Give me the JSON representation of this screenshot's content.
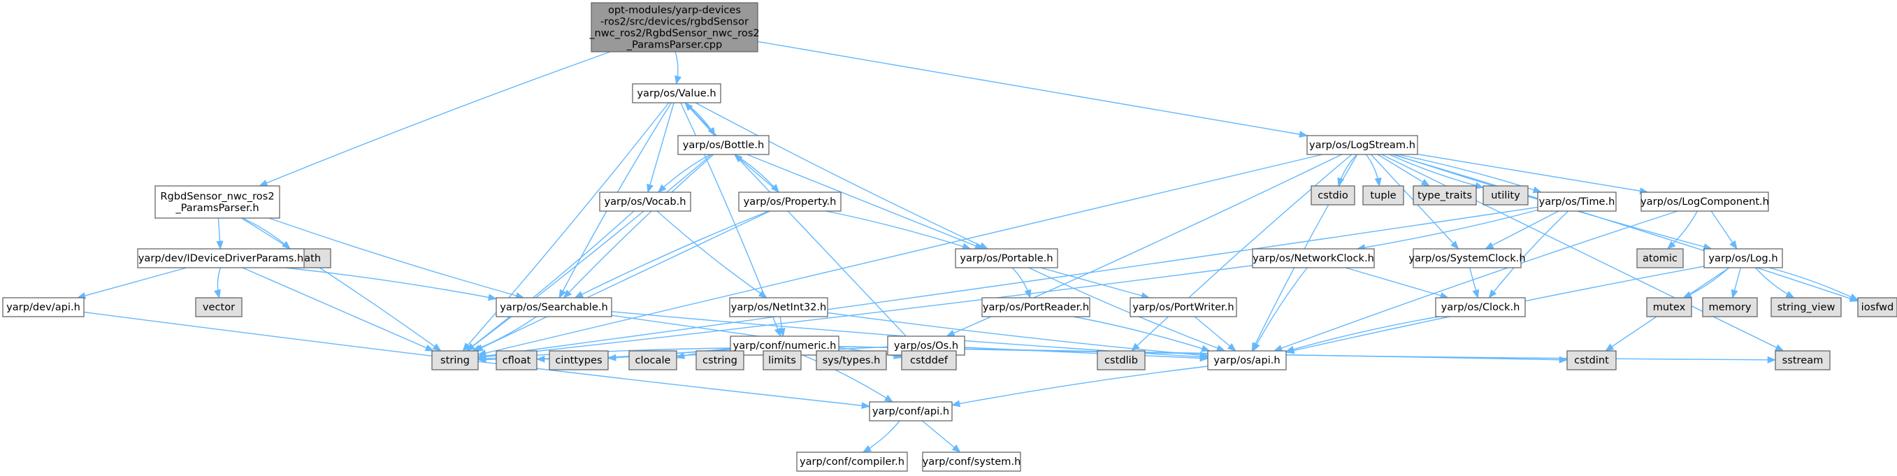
{
  "colors": {
    "edge": "#63b8ff",
    "root_fill": "#999999",
    "node_fill": "#ffffff",
    "external_fill": "#e0e0e0",
    "border": "#666666"
  },
  "nodes": [
    {
      "id": "root",
      "lines": [
        "opt-modules/yarp-devices",
        "-ros2/src/devices/rgbdSensor",
        "_nwc_ros2/RgbdSensor_nwc_ros2",
        "_ParamsParser.cpp"
      ],
      "kind": "root"
    },
    {
      "id": "value",
      "lines": [
        "yarp/os/Value.h"
      ],
      "kind": "node"
    },
    {
      "id": "logstream",
      "lines": [
        "yarp/os/LogStream.h"
      ],
      "kind": "node"
    },
    {
      "id": "bottle",
      "lines": [
        "yarp/os/Bottle.h"
      ],
      "kind": "node"
    },
    {
      "id": "rgbdparams",
      "lines": [
        "RgbdSensor_nwc_ros2",
        "_ParamsParser.h"
      ],
      "kind": "node"
    },
    {
      "id": "vocab",
      "lines": [
        "yarp/os/Vocab.h"
      ],
      "kind": "node"
    },
    {
      "id": "property",
      "lines": [
        "yarp/os/Property.h"
      ],
      "kind": "node"
    },
    {
      "id": "cmath",
      "lines": [
        "cmath"
      ],
      "kind": "external"
    },
    {
      "id": "idevparams",
      "lines": [
        "yarp/dev/IDeviceDriverParams.h"
      ],
      "kind": "node"
    },
    {
      "id": "netint32",
      "lines": [
        "yarp/os/NetInt32.h"
      ],
      "kind": "node"
    },
    {
      "id": "portable",
      "lines": [
        "yarp/os/Portable.h"
      ],
      "kind": "node"
    },
    {
      "id": "cstdio",
      "lines": [
        "cstdio"
      ],
      "kind": "external"
    },
    {
      "id": "tuple",
      "lines": [
        "tuple"
      ],
      "kind": "external"
    },
    {
      "id": "type_traits",
      "lines": [
        "type_traits"
      ],
      "kind": "external"
    },
    {
      "id": "utility",
      "lines": [
        "utility"
      ],
      "kind": "external"
    },
    {
      "id": "time",
      "lines": [
        "yarp/os/Time.h"
      ],
      "kind": "node"
    },
    {
      "id": "logcomponent",
      "lines": [
        "yarp/os/LogComponent.h"
      ],
      "kind": "node"
    },
    {
      "id": "networkclock",
      "lines": [
        "yarp/os/NetworkClock.h"
      ],
      "kind": "node"
    },
    {
      "id": "systemclock",
      "lines": [
        "yarp/os/SystemClock.h"
      ],
      "kind": "node"
    },
    {
      "id": "atomic",
      "lines": [
        "atomic"
      ],
      "kind": "external"
    },
    {
      "id": "log",
      "lines": [
        "yarp/os/Log.h"
      ],
      "kind": "node"
    },
    {
      "id": "devapi",
      "lines": [
        "yarp/dev/api.h"
      ],
      "kind": "node"
    },
    {
      "id": "vector",
      "lines": [
        "vector"
      ],
      "kind": "external"
    },
    {
      "id": "searchable",
      "lines": [
        "yarp/os/Searchable.h"
      ],
      "kind": "node"
    },
    {
      "id": "numeric",
      "lines": [
        "yarp/conf/numeric.h"
      ],
      "kind": "node"
    },
    {
      "id": "os",
      "lines": [
        "yarp/os/Os.h"
      ],
      "kind": "node"
    },
    {
      "id": "portreader",
      "lines": [
        "yarp/os/PortReader.h"
      ],
      "kind": "node"
    },
    {
      "id": "portwriter",
      "lines": [
        "yarp/os/PortWriter.h"
      ],
      "kind": "node"
    },
    {
      "id": "clock",
      "lines": [
        "yarp/os/Clock.h"
      ],
      "kind": "node"
    },
    {
      "id": "mutex",
      "lines": [
        "mutex"
      ],
      "kind": "external"
    },
    {
      "id": "memory",
      "lines": [
        "memory"
      ],
      "kind": "external"
    },
    {
      "id": "string_view",
      "lines": [
        "string_view"
      ],
      "kind": "external"
    },
    {
      "id": "iosfwd",
      "lines": [
        "iosfwd"
      ],
      "kind": "external"
    },
    {
      "id": "string",
      "lines": [
        "string"
      ],
      "kind": "external"
    },
    {
      "id": "cfloat",
      "lines": [
        "cfloat"
      ],
      "kind": "external"
    },
    {
      "id": "cinttypes",
      "lines": [
        "cinttypes"
      ],
      "kind": "external"
    },
    {
      "id": "clocale",
      "lines": [
        "clocale"
      ],
      "kind": "external"
    },
    {
      "id": "cstring",
      "lines": [
        "cstring"
      ],
      "kind": "external"
    },
    {
      "id": "limits",
      "lines": [
        "limits"
      ],
      "kind": "external"
    },
    {
      "id": "systypes",
      "lines": [
        "sys/types.h"
      ],
      "kind": "external"
    },
    {
      "id": "cstddef",
      "lines": [
        "cstddef"
      ],
      "kind": "external"
    },
    {
      "id": "cstdlib",
      "lines": [
        "cstdlib"
      ],
      "kind": "external"
    },
    {
      "id": "osapi",
      "lines": [
        "yarp/os/api.h"
      ],
      "kind": "node"
    },
    {
      "id": "cstdint",
      "lines": [
        "cstdint"
      ],
      "kind": "external"
    },
    {
      "id": "sstream",
      "lines": [
        "sstream"
      ],
      "kind": "external"
    },
    {
      "id": "confapi",
      "lines": [
        "yarp/conf/api.h"
      ],
      "kind": "node"
    },
    {
      "id": "compiler",
      "lines": [
        "yarp/conf/compiler.h"
      ],
      "kind": "node"
    },
    {
      "id": "system",
      "lines": [
        "yarp/conf/system.h"
      ],
      "kind": "node"
    }
  ],
  "edges": [
    [
      "root",
      "value"
    ],
    [
      "root",
      "logstream"
    ],
    [
      "root",
      "rgbdparams"
    ],
    [
      "value",
      "bottle"
    ],
    [
      "value",
      "vocab"
    ],
    [
      "value",
      "searchable"
    ],
    [
      "value",
      "string"
    ],
    [
      "value",
      "cstddef"
    ],
    [
      "value",
      "portable"
    ],
    [
      "value",
      "numeric"
    ],
    [
      "bottle",
      "value"
    ],
    [
      "bottle",
      "vocab"
    ],
    [
      "bottle",
      "property"
    ],
    [
      "bottle",
      "portable"
    ],
    [
      "bottle",
      "searchable"
    ],
    [
      "bottle",
      "string"
    ],
    [
      "property",
      "bottle"
    ],
    [
      "property",
      "searchable"
    ],
    [
      "property",
      "portable"
    ],
    [
      "property",
      "string"
    ],
    [
      "vocab",
      "netint32"
    ],
    [
      "vocab",
      "string"
    ],
    [
      "netint32",
      "numeric"
    ],
    [
      "netint32",
      "osapi"
    ],
    [
      "rgbdparams",
      "cmath"
    ],
    [
      "rgbdparams",
      "idevparams"
    ],
    [
      "rgbdparams",
      "searchable"
    ],
    [
      "rgbdparams",
      "string"
    ],
    [
      "idevparams",
      "devapi"
    ],
    [
      "idevparams",
      "vector"
    ],
    [
      "idevparams",
      "searchable"
    ],
    [
      "idevparams",
      "string"
    ],
    [
      "devapi",
      "confapi"
    ],
    [
      "searchable",
      "string"
    ],
    [
      "searchable",
      "cstddef"
    ],
    [
      "searchable",
      "osapi"
    ],
    [
      "portable",
      "portreader"
    ],
    [
      "portable",
      "portwriter"
    ],
    [
      "portable",
      "osapi"
    ],
    [
      "portreader",
      "osapi"
    ],
    [
      "portwriter",
      "osapi"
    ],
    [
      "numeric",
      "string"
    ],
    [
      "numeric",
      "cfloat"
    ],
    [
      "numeric",
      "cinttypes"
    ],
    [
      "numeric",
      "clocale"
    ],
    [
      "numeric",
      "cstring"
    ],
    [
      "numeric",
      "limits"
    ],
    [
      "numeric",
      "systypes"
    ],
    [
      "numeric",
      "cstddef"
    ],
    [
      "numeric",
      "cstdint"
    ],
    [
      "numeric",
      "sstream"
    ],
    [
      "numeric",
      "confapi"
    ],
    [
      "logstream",
      "string"
    ],
    [
      "logstream",
      "cstdio"
    ],
    [
      "logstream",
      "tuple"
    ],
    [
      "logstream",
      "type_traits"
    ],
    [
      "logstream",
      "utility"
    ],
    [
      "logstream",
      "time"
    ],
    [
      "logstream",
      "logcomponent"
    ],
    [
      "logstream",
      "log"
    ],
    [
      "logstream",
      "os"
    ],
    [
      "logstream",
      "systemclock"
    ],
    [
      "logstream",
      "osapi"
    ],
    [
      "logstream",
      "iosfwd"
    ],
    [
      "logstream",
      "sstream"
    ],
    [
      "logstream",
      "cstdlib"
    ],
    [
      "time",
      "networkclock"
    ],
    [
      "time",
      "systemclock"
    ],
    [
      "time",
      "clock"
    ],
    [
      "time",
      "string"
    ],
    [
      "networkclock",
      "clock"
    ],
    [
      "networkclock",
      "osapi"
    ],
    [
      "networkclock",
      "string"
    ],
    [
      "systemclock",
      "clock"
    ],
    [
      "clock",
      "osapi"
    ],
    [
      "logcomponent",
      "atomic"
    ],
    [
      "logcomponent",
      "log"
    ],
    [
      "logcomponent",
      "osapi"
    ],
    [
      "log",
      "mutex"
    ],
    [
      "log",
      "memory"
    ],
    [
      "log",
      "string_view"
    ],
    [
      "log",
      "iosfwd"
    ],
    [
      "log",
      "cstdint"
    ],
    [
      "log",
      "osapi"
    ],
    [
      "os",
      "string"
    ],
    [
      "os",
      "osapi"
    ],
    [
      "osapi",
      "confapi"
    ],
    [
      "confapi",
      "compiler"
    ],
    [
      "confapi",
      "system"
    ]
  ]
}
